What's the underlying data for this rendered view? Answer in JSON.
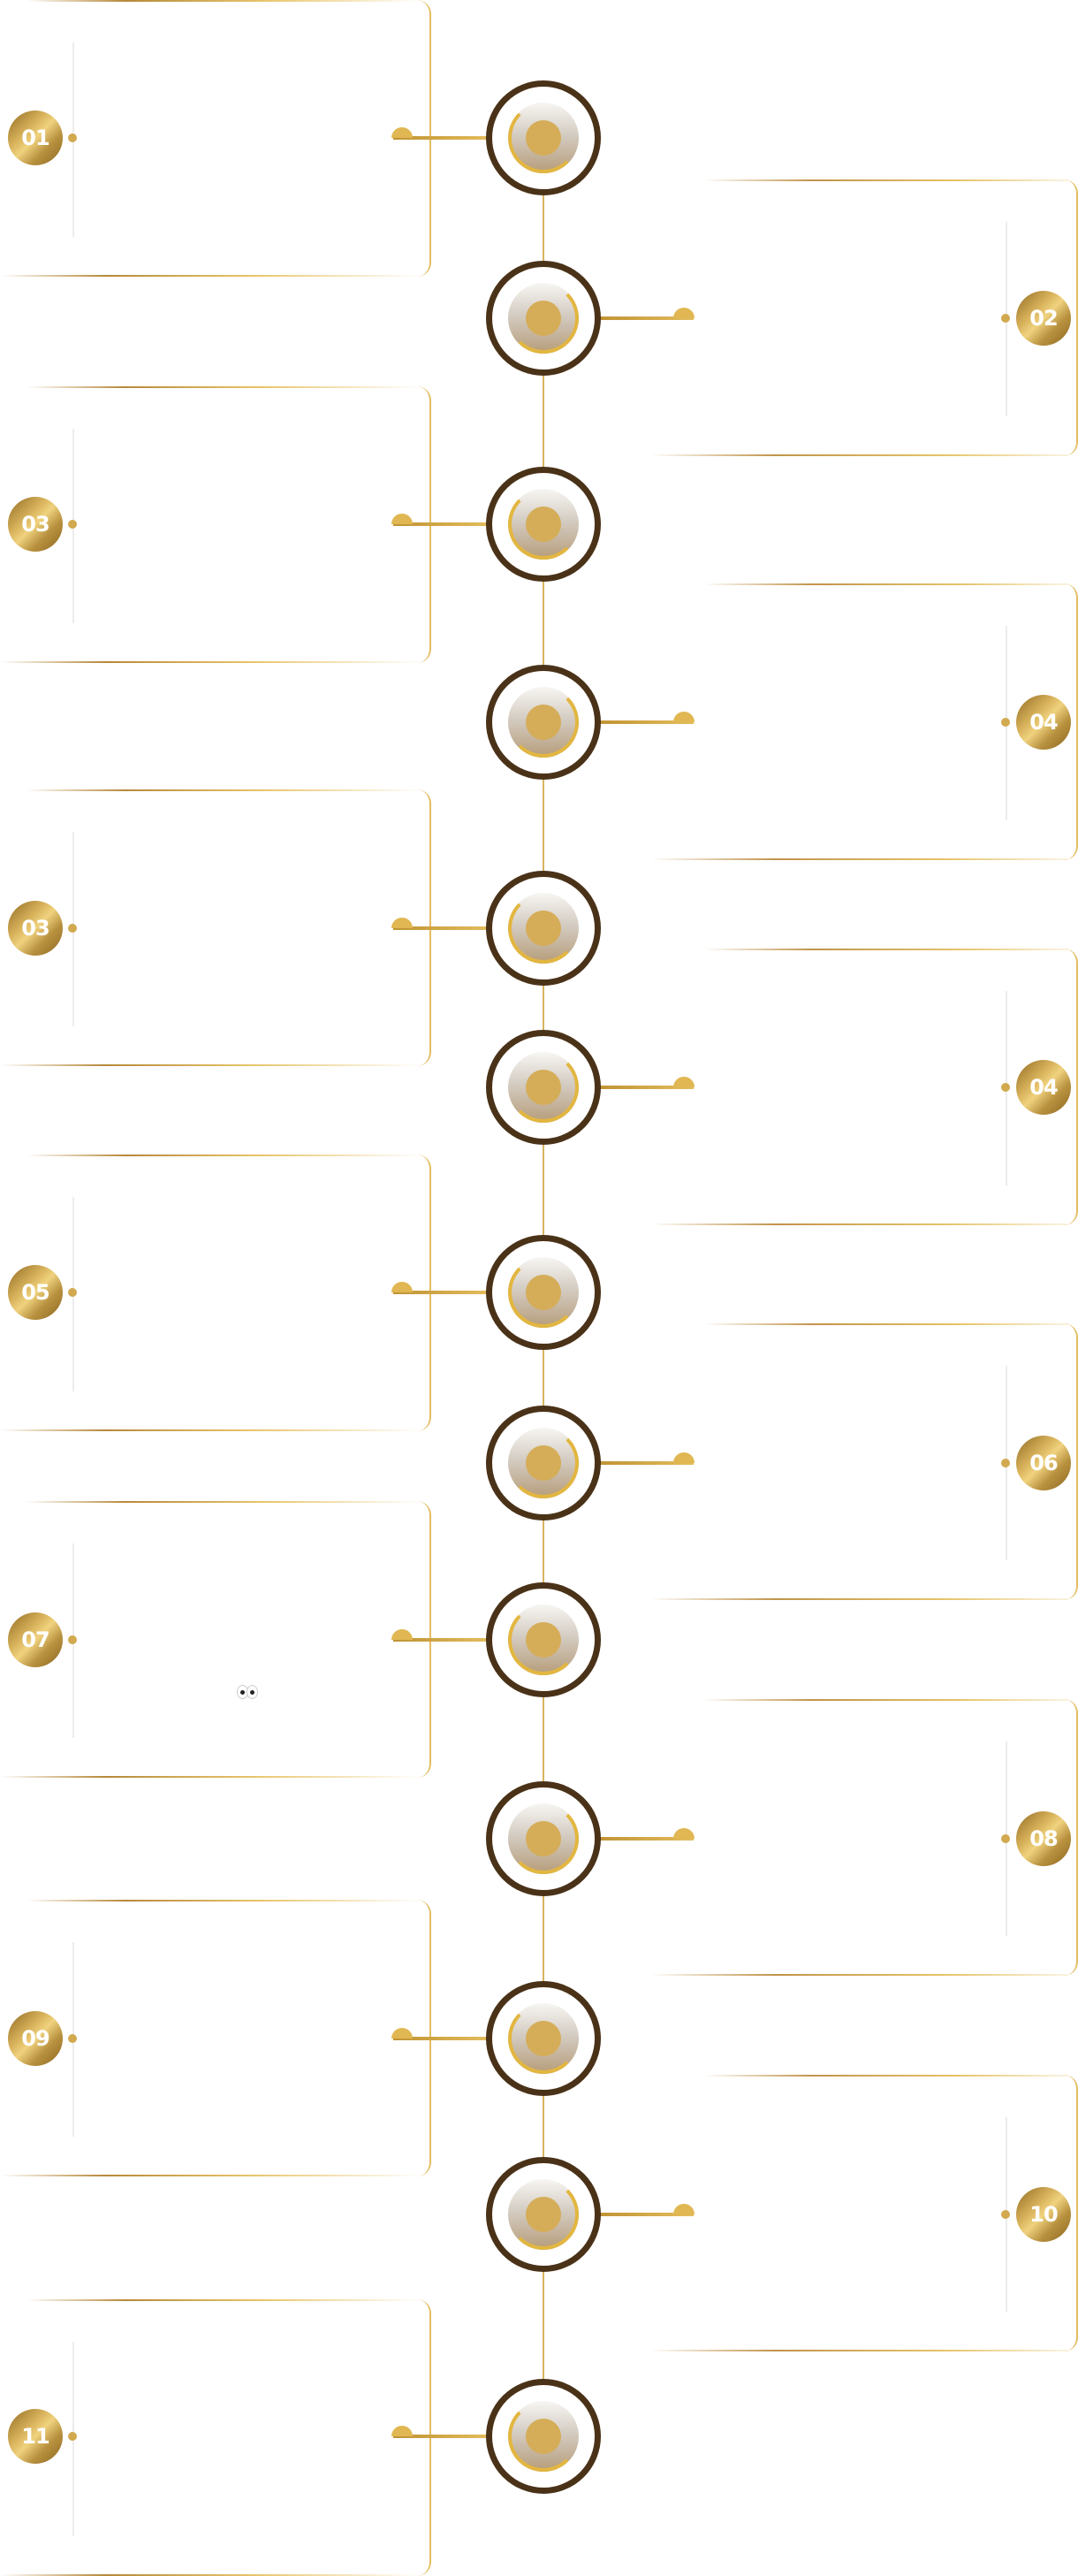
{
  "steps": [
    {
      "num": "01",
      "side": "left"
    },
    {
      "num": "02",
      "side": "right"
    },
    {
      "num": "03",
      "side": "left"
    },
    {
      "num": "04",
      "side": "right"
    },
    {
      "num": "03",
      "side": "left"
    },
    {
      "num": "04",
      "side": "right"
    },
    {
      "num": "05",
      "side": "left"
    },
    {
      "num": "06",
      "side": "right"
    },
    {
      "num": "07",
      "side": "left"
    },
    {
      "num": "08",
      "side": "right"
    },
    {
      "num": "09",
      "side": "left"
    },
    {
      "num": "10",
      "side": "right"
    },
    {
      "num": "11",
      "side": "left"
    }
  ],
  "colors": {
    "gold": "#d5ad58",
    "dark_ring": "#4a3218",
    "spine": "#d8b460"
  }
}
